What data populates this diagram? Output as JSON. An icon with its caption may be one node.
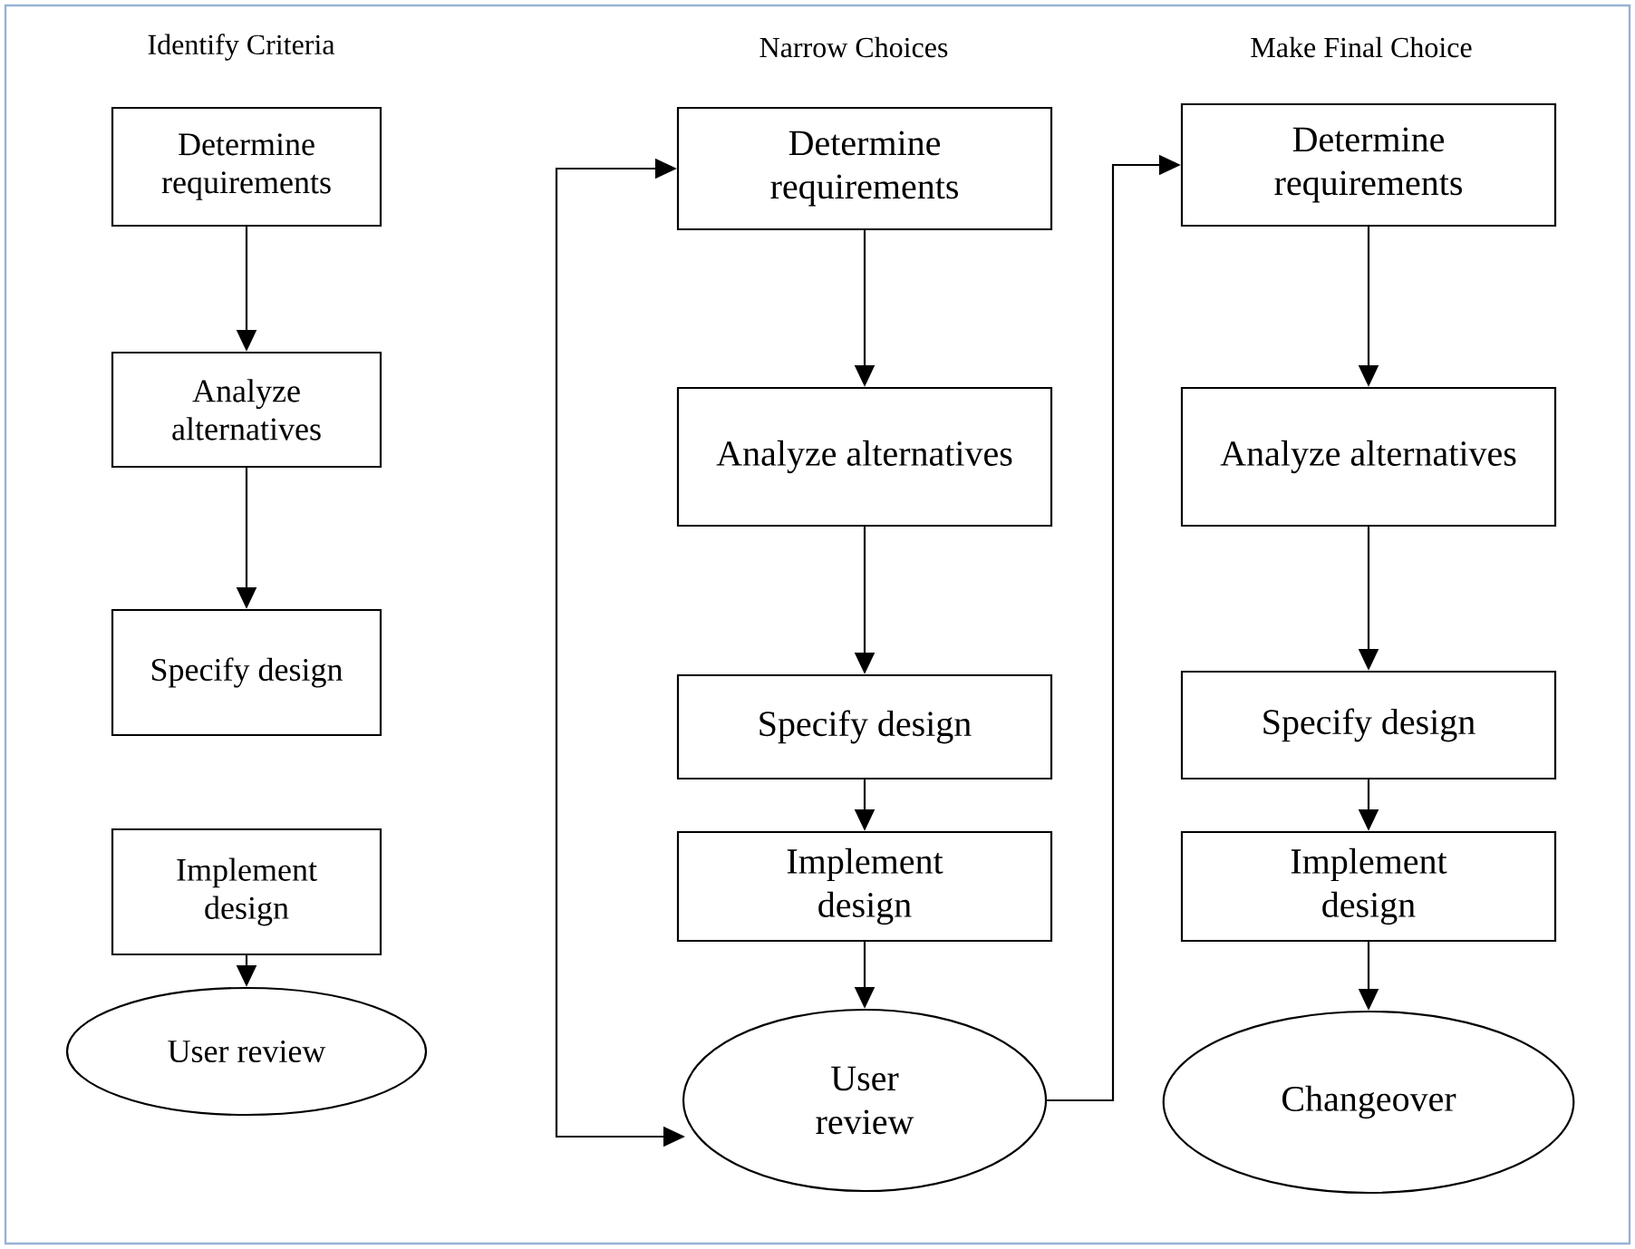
{
  "diagram": {
    "nodes": [
      {
        "text": [
          "Determine requirements"
        ]
      },
      {
        "text": [
          "Analyze alternatives"
        ]
      },
      {
        "text": [
          "Specify design"
        ]
      },
      {
        "text": [
          "Implement design"
        ]
      },
      {
        "text": [
          "User review"
        ]
      },
      {
        "text": [
          "Determine requirements"
        ]
      },
      {
        "text": [
          "Analyze alternatives"
        ]
      },
      {
        "text": [
          "Specify design"
        ]
      },
      {
        "text": [
          "Implement design"
        ]
      },
      {
        "text": [
          "User review"
        ]
      },
      {
        "text": [
          "Determine requirements"
        ]
      },
      {
        "text": [
          "Analyze alternatives"
        ]
      },
      {
        "text": [
          "Specify design"
        ]
      },
      {
        "text": [
          "Implement design"
        ]
      },
      {
        "text": [
          "Changeover"
        ]
      }
    ],
    "edges": [
      {
        "from": 0,
        "to": 1,
        "arrow": "to"
      },
      {
        "from": 1,
        "to": 2,
        "arrow": "to"
      },
      {
        "from": 3,
        "to": 4,
        "arrow": "to"
      },
      {
        "from": 5,
        "to": 6,
        "arrow": "to"
      },
      {
        "from": 6,
        "to": 7,
        "arrow": "to"
      },
      {
        "from": 7,
        "to": 8,
        "arrow": "to"
      },
      {
        "from": 8,
        "to": 9,
        "arrow": "to"
      },
      {
        "from": 9,
        "to": 5,
        "arrow": "both"
      },
      {
        "from": 9,
        "to": 10,
        "arrow": "to"
      },
      {
        "from": 10,
        "to": 11,
        "arrow": "to"
      },
      {
        "from": 11,
        "to": 12,
        "arrow": "to"
      },
      {
        "from": 12,
        "to": 13,
        "arrow": "to"
      },
      {
        "from": 13,
        "to": 14,
        "arrow": "to"
      }
    ],
    "labels": [
      "Identify Criteria",
      "Narrow Choices",
      "Make Final Choice"
    ]
  }
}
